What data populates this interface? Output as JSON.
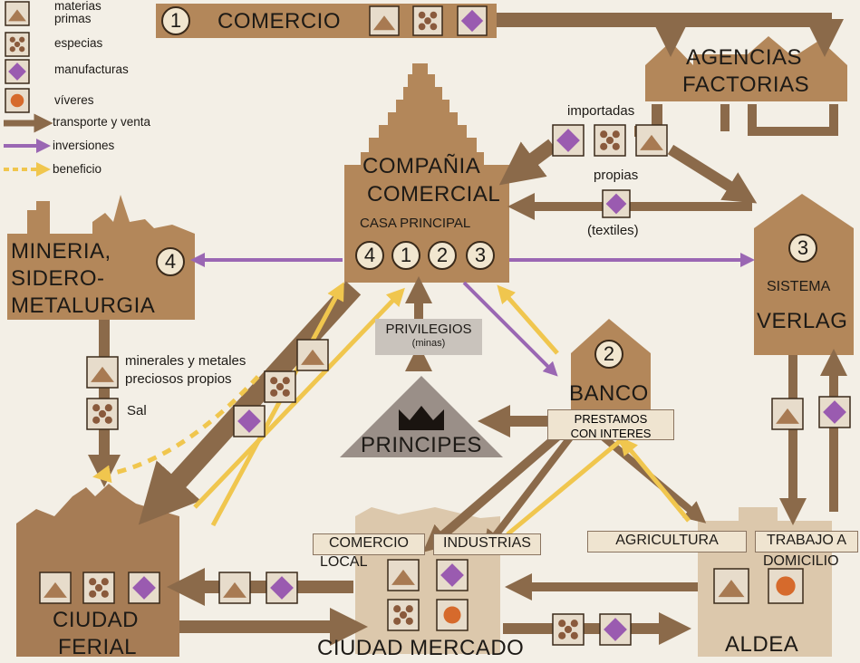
{
  "legend": {
    "materias_primas": "materias\nprimas",
    "especias": "especias",
    "manufacturas": "manufacturas",
    "viveres": "víveres",
    "transporte": "transporte y venta",
    "inversiones": "inversiones",
    "beneficio": "beneficio"
  },
  "comercio": {
    "number": "1",
    "label": "COMERCIO"
  },
  "agencias": {
    "line1": "AGENCIAS",
    "line2": "FACTORIAS"
  },
  "compania": {
    "line1": "COMPAÑIA",
    "line2": "COMERCIAL",
    "sub": "CASA PRINCIPAL",
    "circles": [
      "4",
      "1",
      "2",
      "3"
    ]
  },
  "importadas": "importadas",
  "propias": "propias",
  "textiles": "(textiles)",
  "mineria": {
    "line1": "MINERIA,",
    "line2": "SIDERO-",
    "line3": "METALURGIA",
    "number": "4"
  },
  "verlag": {
    "number": "3",
    "line1": "SISTEMA",
    "line2": "VERLAG"
  },
  "privilegios": {
    "line1": "PRIVILEGIOS",
    "line2": "(minas)"
  },
  "banco": {
    "number": "2",
    "label": "BANCO",
    "prestamos1": "PRESTAMOS",
    "prestamos2": "CON INTERES"
  },
  "principes": "PRINCIPES",
  "minerales": {
    "line1": "minerales y metales",
    "line2": "preciosos propios"
  },
  "sal": "Sal",
  "comercio_local": {
    "line1": "COMERCIO",
    "line2": "LOCAL"
  },
  "industrias": "INDUSTRIAS",
  "agricultura": "AGRICULTURA",
  "trabajo": {
    "line1": "TRABAJO A",
    "line2": "DOMICILIO"
  },
  "ciudad_ferial": {
    "line1": "CIUDAD",
    "line2": "FERIAL"
  },
  "ciudad_mercado": "CIUDAD MERCADO",
  "aldea": "ALDEA",
  "colors": {
    "building": "#b3875a",
    "building_light": "#dcc8ac",
    "transport": "#8b6a4a",
    "investment": "#9a67b3",
    "benefit": "#f0c64e",
    "manufacture": "#9a5bb0",
    "viveres": "#d66a2c"
  }
}
